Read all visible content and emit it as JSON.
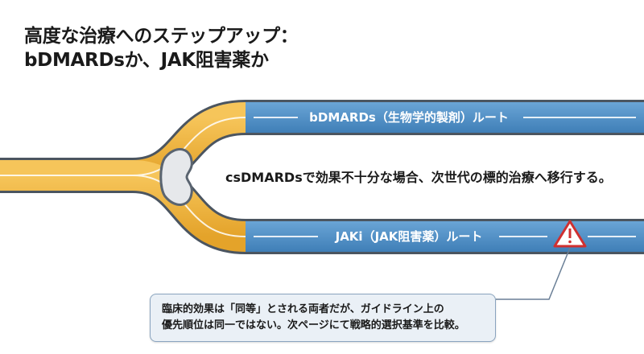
{
  "title": {
    "line1": "高度な治療へのステップアップ：",
    "line2": "bDMARDsか、JAK阻害薬か"
  },
  "routes": {
    "top_label": "bDMARDs（生物学的製剤）ルート",
    "bottom_label": "JAKi（JAK阻害薬）ルート"
  },
  "center_text": "csDMARDsで効果不十分な場合、次世代の標的治療へ移行する。",
  "note": {
    "line1": "臨床的効果は「同等」とされる両者だが、ガイドライン上の",
    "line2": "優先順位は同一ではない。次ページにて戦略的選択基準を比較。"
  },
  "warning_icon": "warning-triangle-icon",
  "colors": {
    "track_orange": "#f0b23a",
    "track_blue": "#4f8ec4",
    "track_dark_border": "#5a6470",
    "warning_red": "#d03030"
  }
}
